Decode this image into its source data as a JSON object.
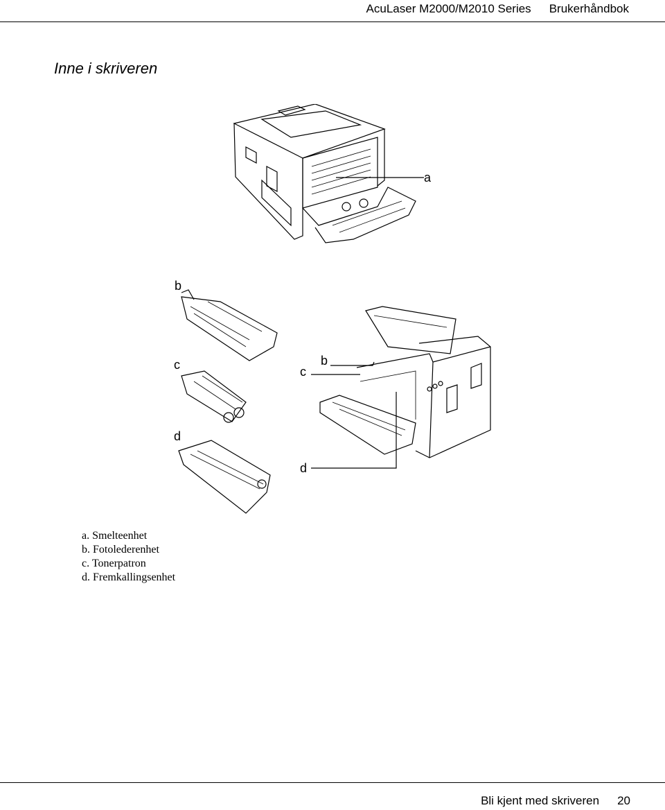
{
  "header": {
    "product": "AcuLaser M2000/M2010 Series",
    "manual": "Brukerhåndbok"
  },
  "title": "Inne i skriveren",
  "figure": {
    "callouts": {
      "fuser_view_a": "a",
      "part_b": "b",
      "part_c": "c",
      "part_d": "d",
      "open_view_b": "b",
      "open_view_c": "c",
      "open_view_d": "d"
    }
  },
  "captions": [
    "a. Smelteenhet",
    "b. Fotolederenhet",
    "c. Tonerpatron",
    "d. Fremkallingsenhet"
  ],
  "footer": {
    "chapter": "Bli kjent med skriveren",
    "page": "20"
  }
}
